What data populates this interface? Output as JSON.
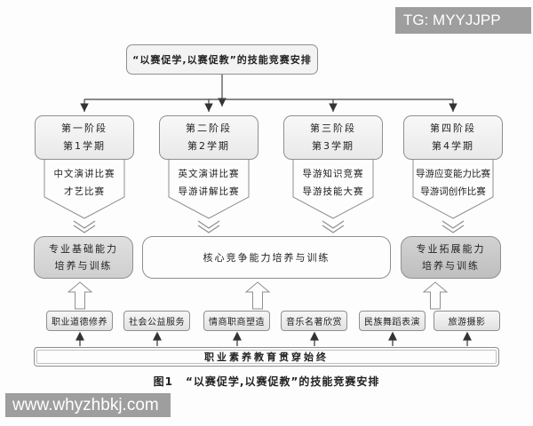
{
  "watermarks": {
    "top_right": "TG: MYYJJPP",
    "bottom_left": "www.whyzhbkj.com"
  },
  "diagram": {
    "title": "“以赛促学,以赛促教”的技能竞赛安排",
    "stages": [
      {
        "name": "第一阶段",
        "term": "第1学期",
        "competitions": [
          "中文演讲比赛",
          "才艺比赛"
        ]
      },
      {
        "name": "第二阶段",
        "term": "第2学期",
        "competitions": [
          "英文演讲比赛",
          "导游讲解比赛"
        ]
      },
      {
        "name": "第三阶段",
        "term": "第3学期",
        "competitions": [
          "导游知识竞赛",
          "导游技能大赛"
        ]
      },
      {
        "name": "第四阶段",
        "term": "第4学期",
        "competitions": [
          "导游应变能力比赛",
          "导游词创作比赛"
        ]
      }
    ],
    "ability_row": {
      "left_line1": "专业基础能力",
      "left_line2": "培养与训练",
      "center": "核心竞争能力培养与训练",
      "right_line1": "专业拓展能力",
      "right_line2": "培养与训练"
    },
    "quality_items": [
      "职业道德修养",
      "社会公益服务",
      "情商职商塑造",
      "音乐名著欣赏",
      "民族舞蹈表演",
      "旅游摄影"
    ],
    "banner": "职业素养教育贯穿始终",
    "caption_label": "图1",
    "caption_text": "“以赛促学,以赛促教”的技能竞赛安排"
  },
  "colors": {
    "box_border": "#8f8f8f",
    "connector_line": "#444444",
    "arrow_fill": "#333333",
    "gray_fill": "#d7d7d7",
    "dark_gray_fill": "#c6c6c6",
    "light_fill": "#f1f1f1",
    "watermark_bg": "#9e9e9e",
    "watermark_text": "#ffffff"
  }
}
